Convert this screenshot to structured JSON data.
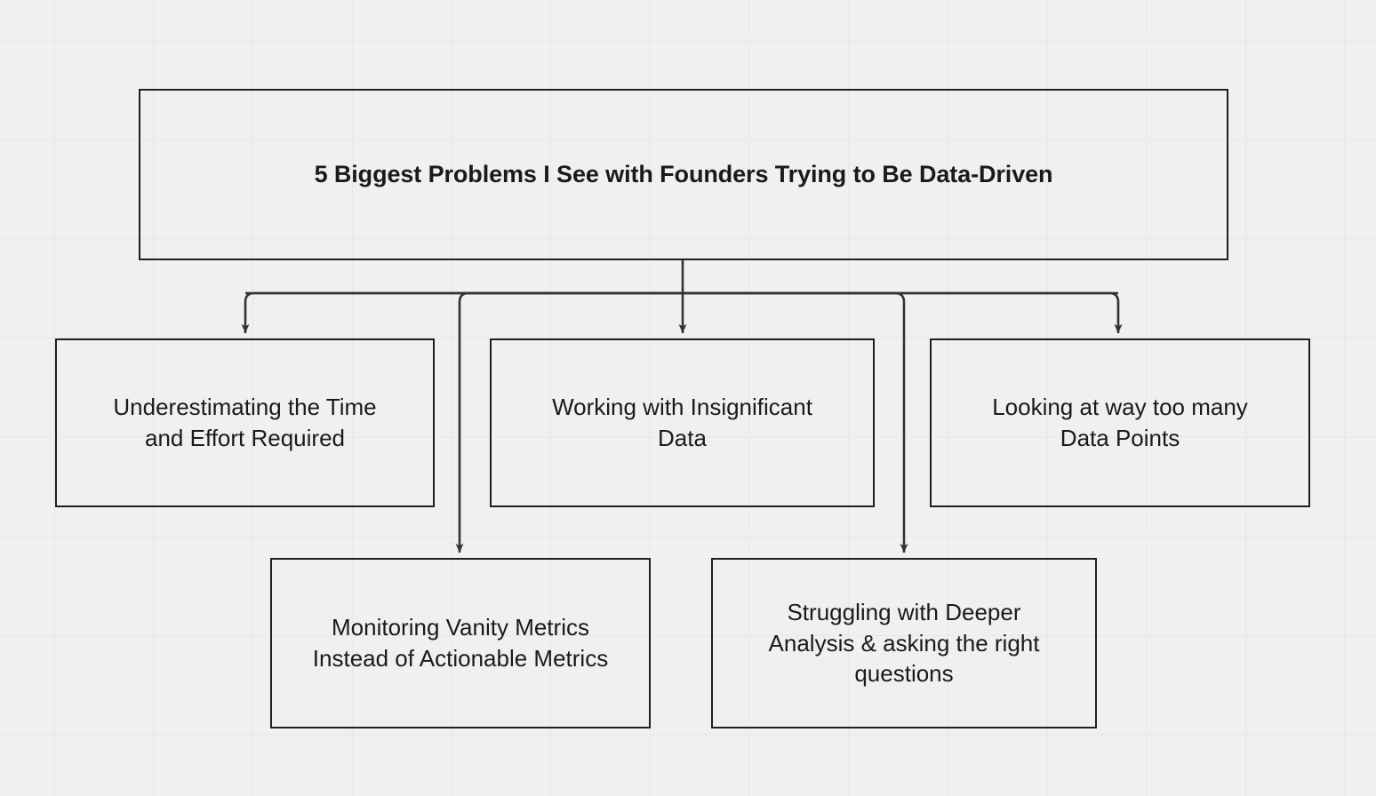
{
  "diagram": {
    "type": "flowchart",
    "orientation": "top-down",
    "background_color": "#f0f0f0",
    "grid_color": "#e6e6e6",
    "node_border_color": "#1f1f1f",
    "edge_color": "#333333",
    "text_color": "#1a1a1a",
    "root": {
      "id": "root",
      "label": "5 Biggest Problems I See with Founders Trying to Be Data-Driven"
    },
    "nodes": [
      {
        "id": "a",
        "label": "Underestimating the Time\nand Effort Required"
      },
      {
        "id": "b",
        "label": "Working with Insignificant\nData"
      },
      {
        "id": "c",
        "label": "Looking at way too many\nData Points"
      },
      {
        "id": "d",
        "label": "Monitoring Vanity Metrics\nInstead of Actionable Metrics"
      },
      {
        "id": "e",
        "label": "Struggling with Deeper\nAnalysis & asking the right\nquestions"
      }
    ],
    "edges": [
      {
        "from": "root",
        "to": "a"
      },
      {
        "from": "root",
        "to": "b"
      },
      {
        "from": "root",
        "to": "c"
      },
      {
        "from": "root",
        "to": "d"
      },
      {
        "from": "root",
        "to": "e"
      }
    ]
  }
}
